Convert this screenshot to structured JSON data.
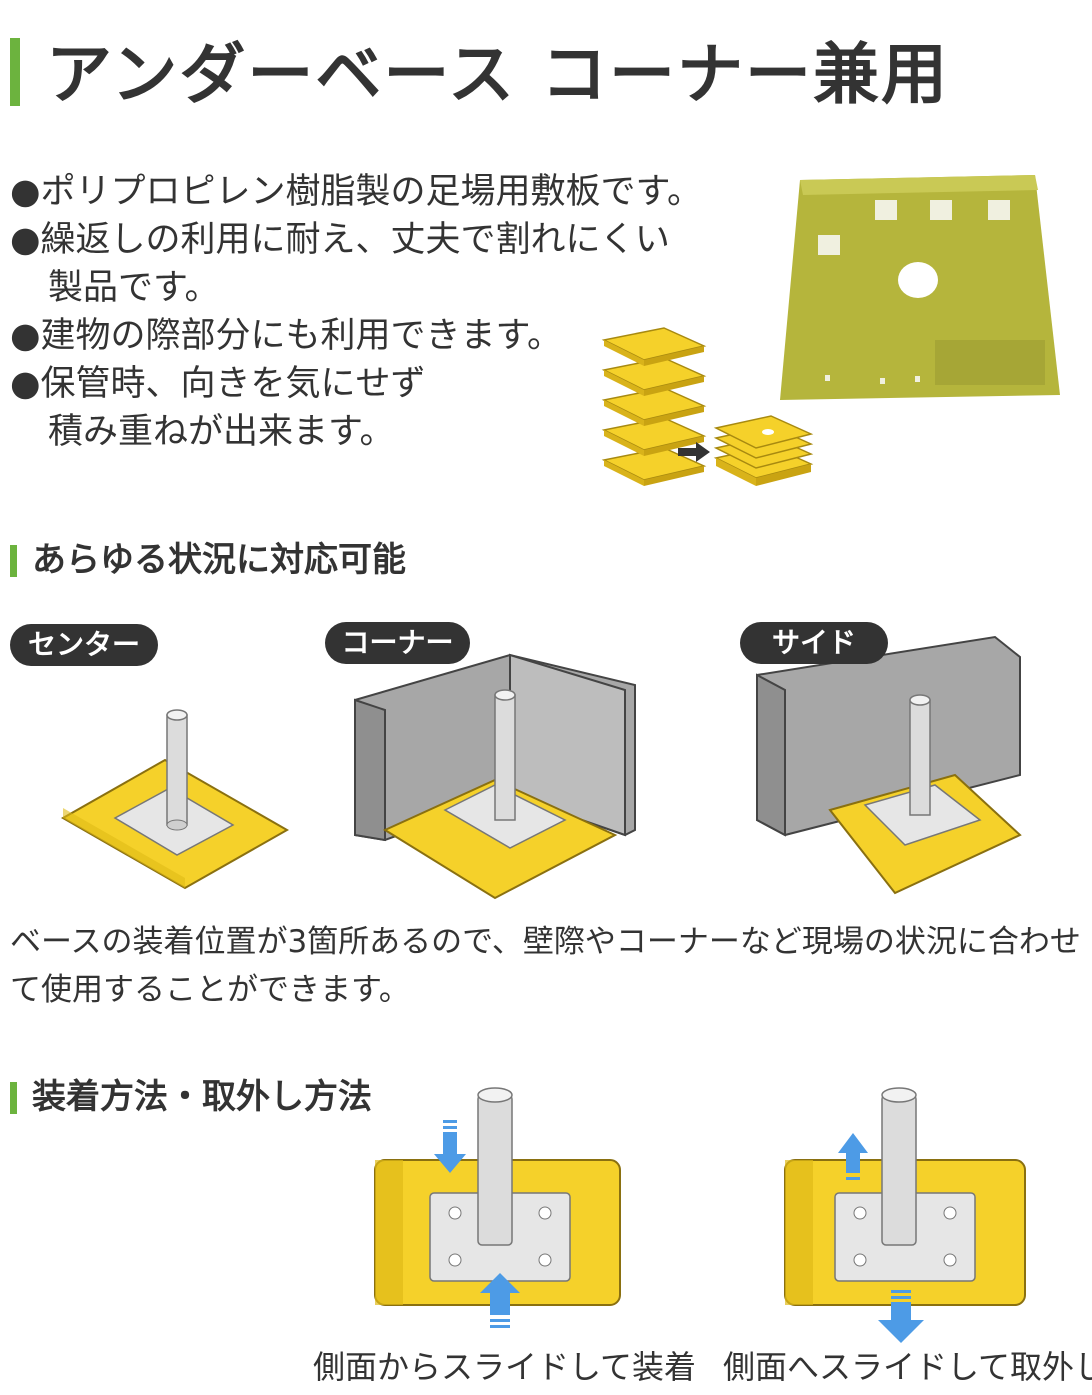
{
  "header": {
    "title": "アンダーベース コーナー兼用"
  },
  "features": {
    "items": [
      [
        "●ポリプロピレン樹脂製の足場用敷板です。"
      ],
      [
        "●繰返しの利用に耐え、丈夫で割れにくい",
        "製品です。"
      ],
      [
        "●建物の際部分にも利用できます。"
      ],
      [
        "●保管時、向きを気にせず",
        "積み重ねが出来ます。"
      ]
    ]
  },
  "section_situations": {
    "title": "あらゆる状況に対応可能",
    "labels": {
      "center": "センター",
      "corner": "コーナー",
      "side": "サイド"
    },
    "description": "ベースの装着位置が3箇所あるので、壁際やコーナーなど現場の状況に合わせて使用することができます。"
  },
  "section_mounting": {
    "title": "装着方法・取外し方法",
    "caption_attach": "側面からスライドして装着",
    "caption_detach": "側面へスライドして取外し"
  },
  "colors": {
    "accent_green": "#6cb33e",
    "base_yellow": "#f5d12a",
    "photo_olive": "#b5b53c",
    "wall_gray": "#a7a7a7",
    "label_dark": "#333333",
    "arrow_blue": "#4d9be6"
  }
}
